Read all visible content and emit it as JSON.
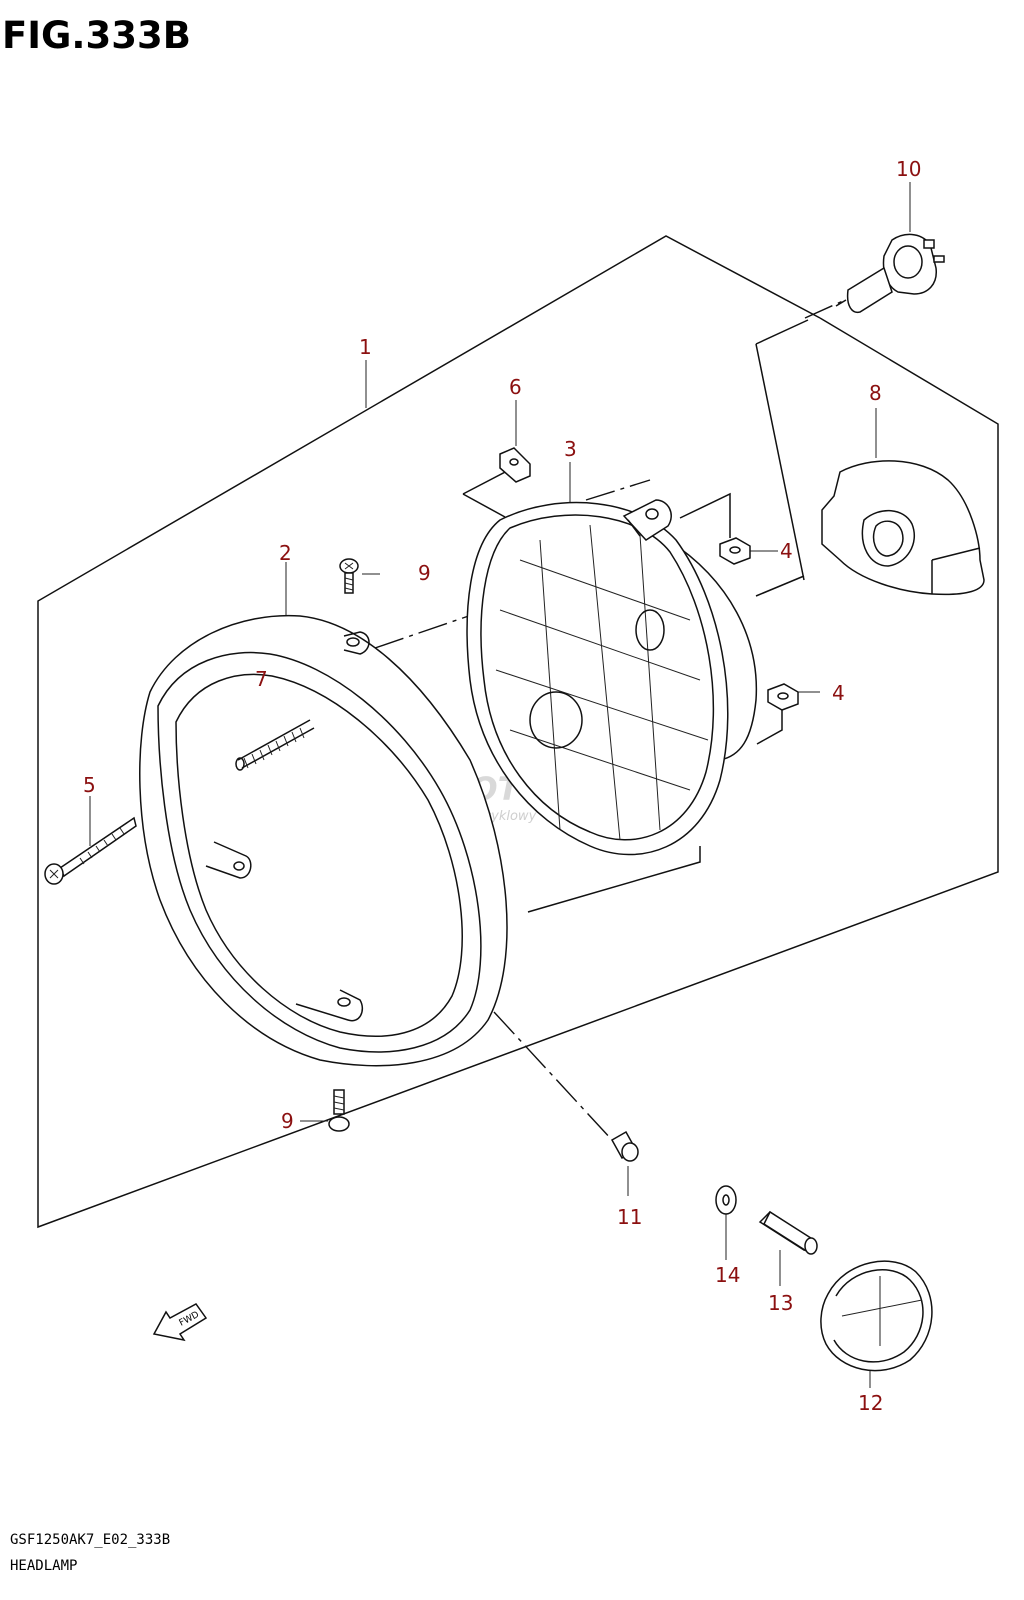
{
  "figure": {
    "title": "FIG.333B",
    "code": "GSF1250AK7_E02_333B",
    "name": "HEADLAMP"
  },
  "watermark": {
    "brand": "SKLEPMOTOGS.PL",
    "tagline": "internetowy sklep motocyklowy"
  },
  "fwd_label": "FWD",
  "callouts": [
    {
      "id": "c1",
      "label": "1"
    },
    {
      "id": "c2",
      "label": "2"
    },
    {
      "id": "c3",
      "label": "3"
    },
    {
      "id": "c4a",
      "label": "4"
    },
    {
      "id": "c4b",
      "label": "4"
    },
    {
      "id": "c5",
      "label": "5"
    },
    {
      "id": "c6",
      "label": "6"
    },
    {
      "id": "c7",
      "label": "7"
    },
    {
      "id": "c8",
      "label": "8"
    },
    {
      "id": "c9a",
      "label": "9"
    },
    {
      "id": "c9b",
      "label": "9"
    },
    {
      "id": "c10",
      "label": "10"
    },
    {
      "id": "c11",
      "label": "11"
    },
    {
      "id": "c12",
      "label": "12"
    },
    {
      "id": "c13",
      "label": "13"
    },
    {
      "id": "c14",
      "label": "14"
    }
  ]
}
